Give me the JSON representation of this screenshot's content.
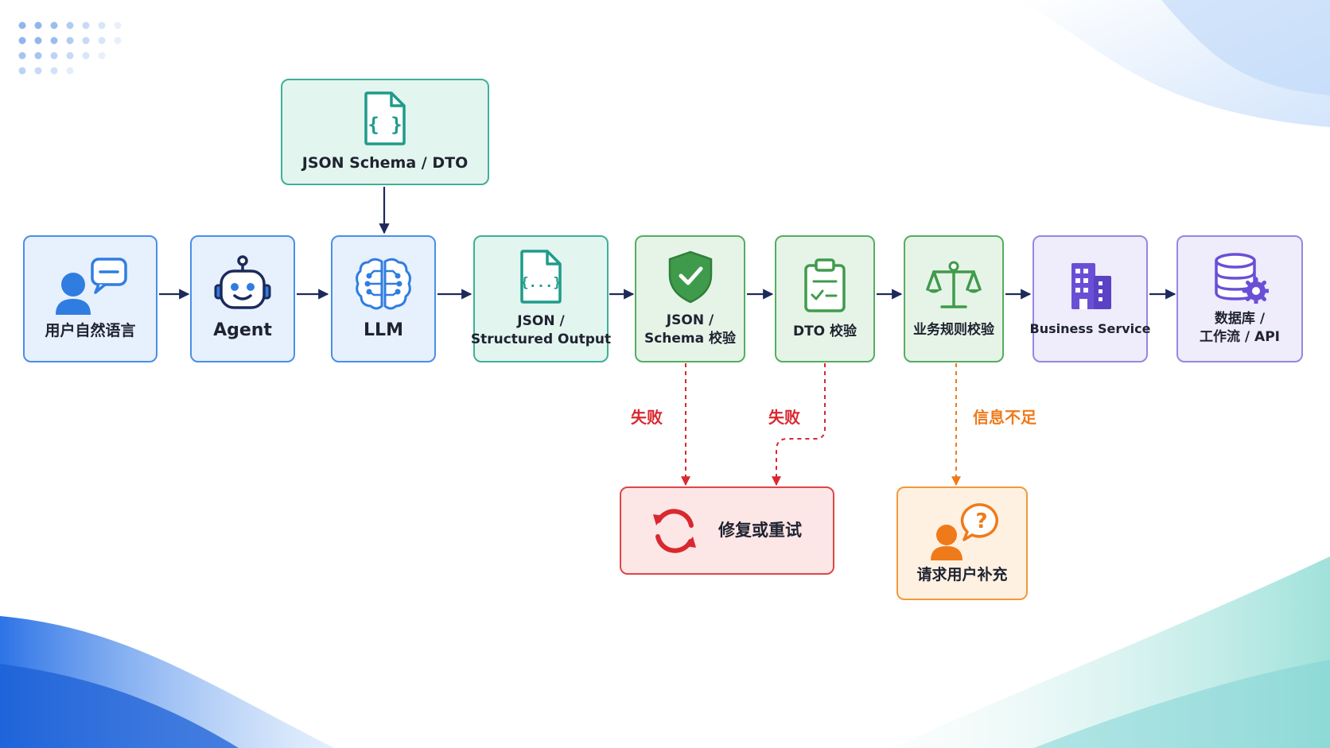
{
  "colors": {
    "arrow": "#1c2a5a",
    "fail": "#d9282f",
    "insufficient": "#ef7a1a",
    "blue": "#2f7de1",
    "green": "#3f9b4b",
    "teal": "#1f9b8a",
    "purple": "#6a4fd6",
    "red": "#d9282f",
    "orange": "#ef7a1a"
  },
  "nodes": {
    "schema": {
      "line1": "JSON Schema / DTO",
      "icon": "json-file-icon"
    },
    "user_input": {
      "line1": "用户自然语言",
      "icon": "user-chat-icon"
    },
    "agent": {
      "line1": "Agent",
      "icon": "robot-icon"
    },
    "llm": {
      "line1": "LLM",
      "icon": "brain-icon"
    },
    "structured_output": {
      "line1": "JSON /",
      "line2": "Structured Output",
      "icon": "json-document-icon"
    },
    "schema_check": {
      "line1": "JSON /",
      "line2": "Schema 校验",
      "icon": "shield-check-icon"
    },
    "dto_check": {
      "line1": "DTO 校验",
      "icon": "clipboard-check-icon"
    },
    "rule_check": {
      "line1": "业务规则校验",
      "icon": "scales-icon"
    },
    "business_service": {
      "line1": "Business Service",
      "icon": "building-icon"
    },
    "database": {
      "line1": "数据库 /",
      "line2": "工作流 / API",
      "icon": "database-gear-icon"
    },
    "repair": {
      "line1": "修复或重试",
      "icon": "refresh-icon"
    },
    "ask_user": {
      "line1": "请求用户补充",
      "icon": "user-question-icon"
    }
  },
  "edge_labels": {
    "schema_fail": "失败",
    "dto_fail": "失败",
    "insufficient": "信息不足"
  }
}
